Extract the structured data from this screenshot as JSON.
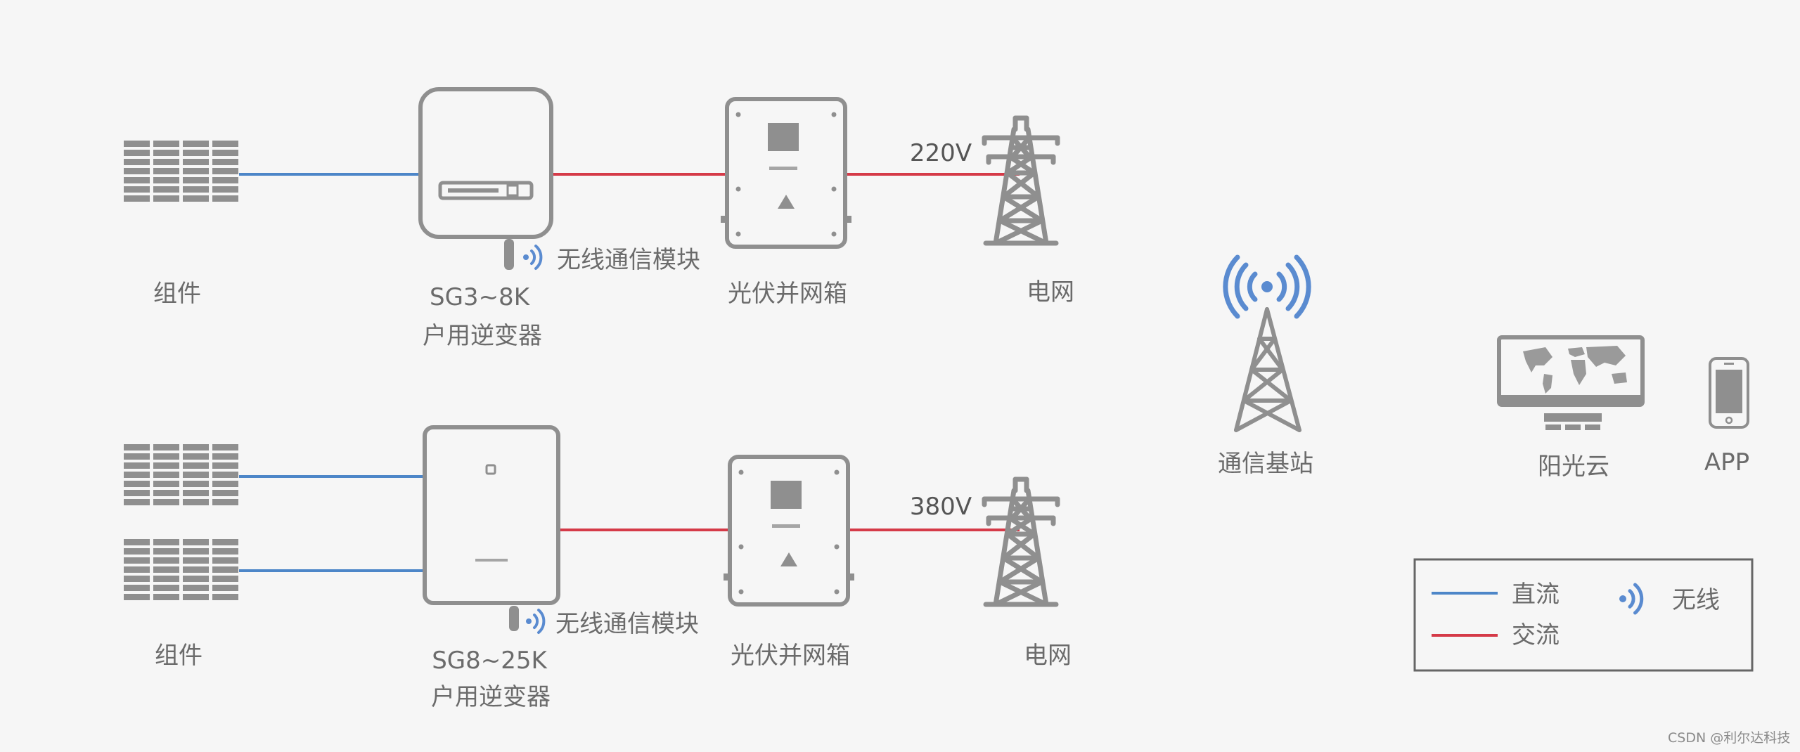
{
  "colors": {
    "dc": "#4d86c8",
    "ac": "#d53a48",
    "device": "#8f8f8f",
    "wireless": "#5a8bd0",
    "text": "#6b6b6b"
  },
  "row1": {
    "module_label": "组件",
    "inverter_model": "SG3~8K",
    "inverter_label": "户用逆变器",
    "wireless_label": "无线通信模块",
    "combiner_label": "光伏并网箱",
    "voltage": "220V",
    "grid_label": "电网"
  },
  "row2": {
    "module_label": "组件",
    "inverter_model": "SG8~25K",
    "inverter_label": "户用逆变器",
    "wireless_label": "无线通信模块",
    "combiner_label": "光伏并网箱",
    "voltage": "380V",
    "grid_label": "电网"
  },
  "base_station_label": "通信基站",
  "cloud_label": "阳光云",
  "app_label": "APP",
  "legend": {
    "dc": "直流",
    "ac": "交流",
    "wireless": "无线"
  },
  "watermark": "CSDN @利尔达科技"
}
